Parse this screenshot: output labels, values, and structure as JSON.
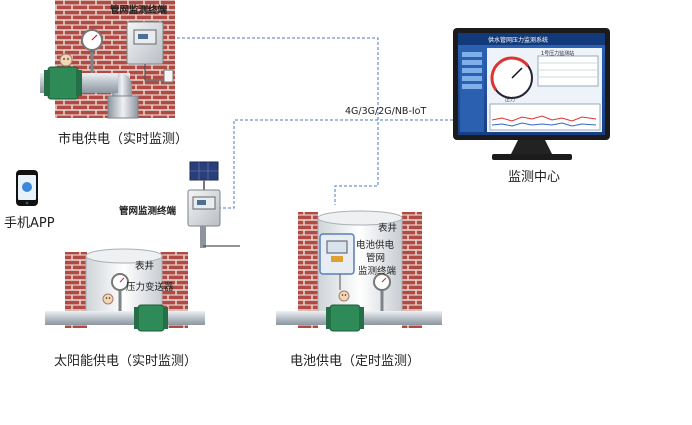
{
  "captions": {
    "city": "市电供电（实时监测）",
    "solar": "太阳能供电（实时监测）",
    "battery": "电池供电（定时监测）",
    "center": "监测中心",
    "app": "手机APP"
  },
  "labels": {
    "terminal_top": "管网监测终端",
    "terminal_mid": "管网监测终端",
    "network": "4G/3G/2G/NB-IoT",
    "well_left": "表井",
    "well_right": "表井",
    "transmitter": "压力变送器",
    "battery_terminal_1": "电池供电",
    "battery_terminal_2": "管网",
    "battery_terminal_3": "监测终端"
  },
  "monitor": {
    "screen_title": "供水管网压力监测系统",
    "gauge_caption": "压力",
    "panel_title": "1号压力监测站"
  },
  "colors": {
    "brick": "#b04a42",
    "brick_mortar": "#e9d6d2",
    "pipe": "#c7ced6",
    "flange_green": "#2e8b57",
    "dashed_line": "#4a78c8",
    "screen_bg": "#1f4fa0"
  }
}
